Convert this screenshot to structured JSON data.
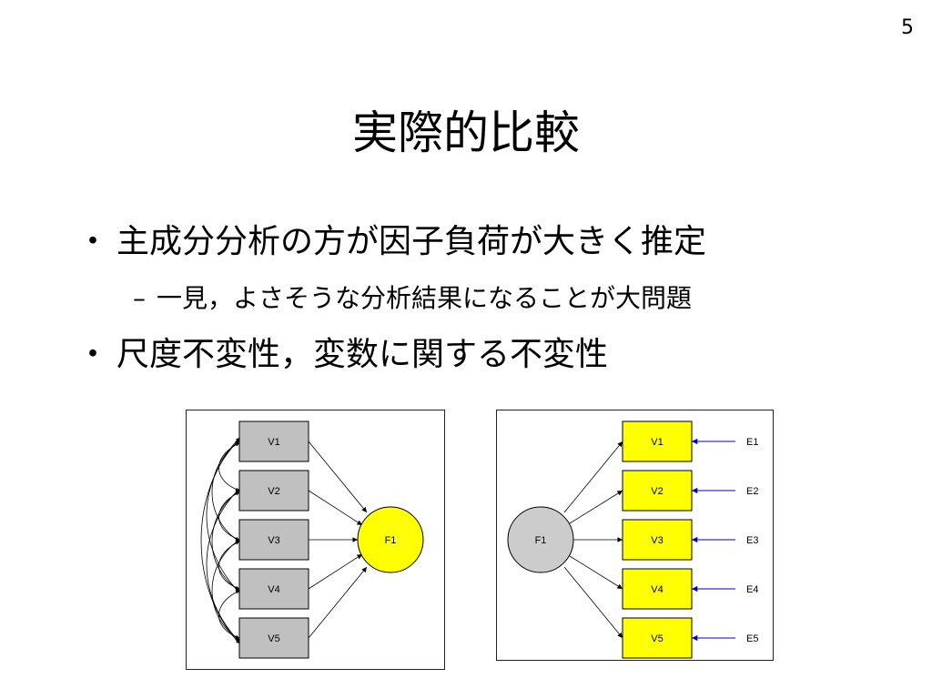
{
  "slide_number": "5",
  "title": "実際的比較",
  "bullets": [
    {
      "marker": "・",
      "text": "主成分分析の方が因子負荷が大きく推定"
    },
    {
      "marker": "・",
      "text": "尺度不変性，変数に関する不変性"
    }
  ],
  "sub_bullet": {
    "marker": "–",
    "text": "一見，よさそうな分析結果になることが大問題"
  },
  "colors": {
    "gray_box": "#c0c0c0",
    "yellow": "#ffff00",
    "gray_circle": "#cccccc",
    "error_arrow": "#0000cc"
  },
  "left_diagram": {
    "variables": [
      "V1",
      "V2",
      "V3",
      "V4",
      "V5"
    ],
    "component": "F1"
  },
  "right_diagram": {
    "factor": "F1",
    "variables": [
      "V1",
      "V2",
      "V3",
      "V4",
      "V5"
    ],
    "errors": [
      "E1",
      "E2",
      "E3",
      "E4",
      "E5"
    ]
  }
}
